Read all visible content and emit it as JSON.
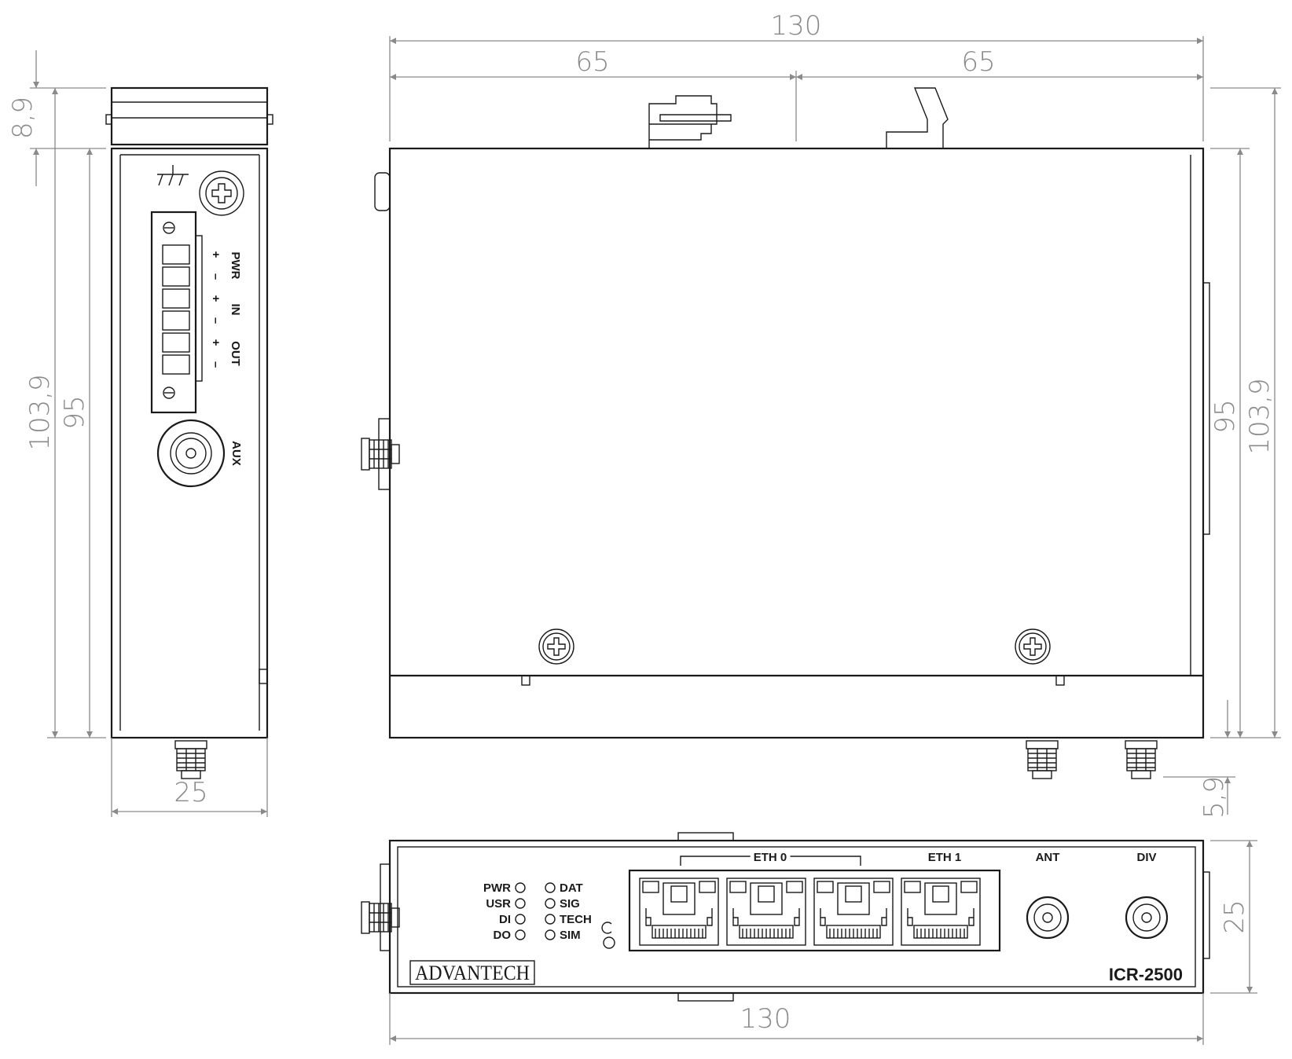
{
  "dimensions": {
    "top_total": "130",
    "top_half_left": "65",
    "top_half_right": "65",
    "left_top": "8,9",
    "left_total": "103,9",
    "left_body": "95",
    "left_width": "25",
    "right_body": "95",
    "right_total": "103,9",
    "right_connector": "5,9",
    "front_height": "25",
    "front_width": "130"
  },
  "side_labels": {
    "pwr": "PWR",
    "in": "IN",
    "out": "OUT",
    "aux": "AUX",
    "plus": "+",
    "minus": "–"
  },
  "front_labels": {
    "eth0": "ETH 0",
    "eth1": "ETH 1",
    "ant": "ANT",
    "div": "DIV",
    "leds_left": [
      "PWR",
      "USR",
      "DI",
      "DO"
    ],
    "leds_right": [
      "DAT",
      "SIG",
      "TECH",
      "SIM"
    ],
    "brand": "ADVANTECH",
    "model": "ICR-2500"
  }
}
